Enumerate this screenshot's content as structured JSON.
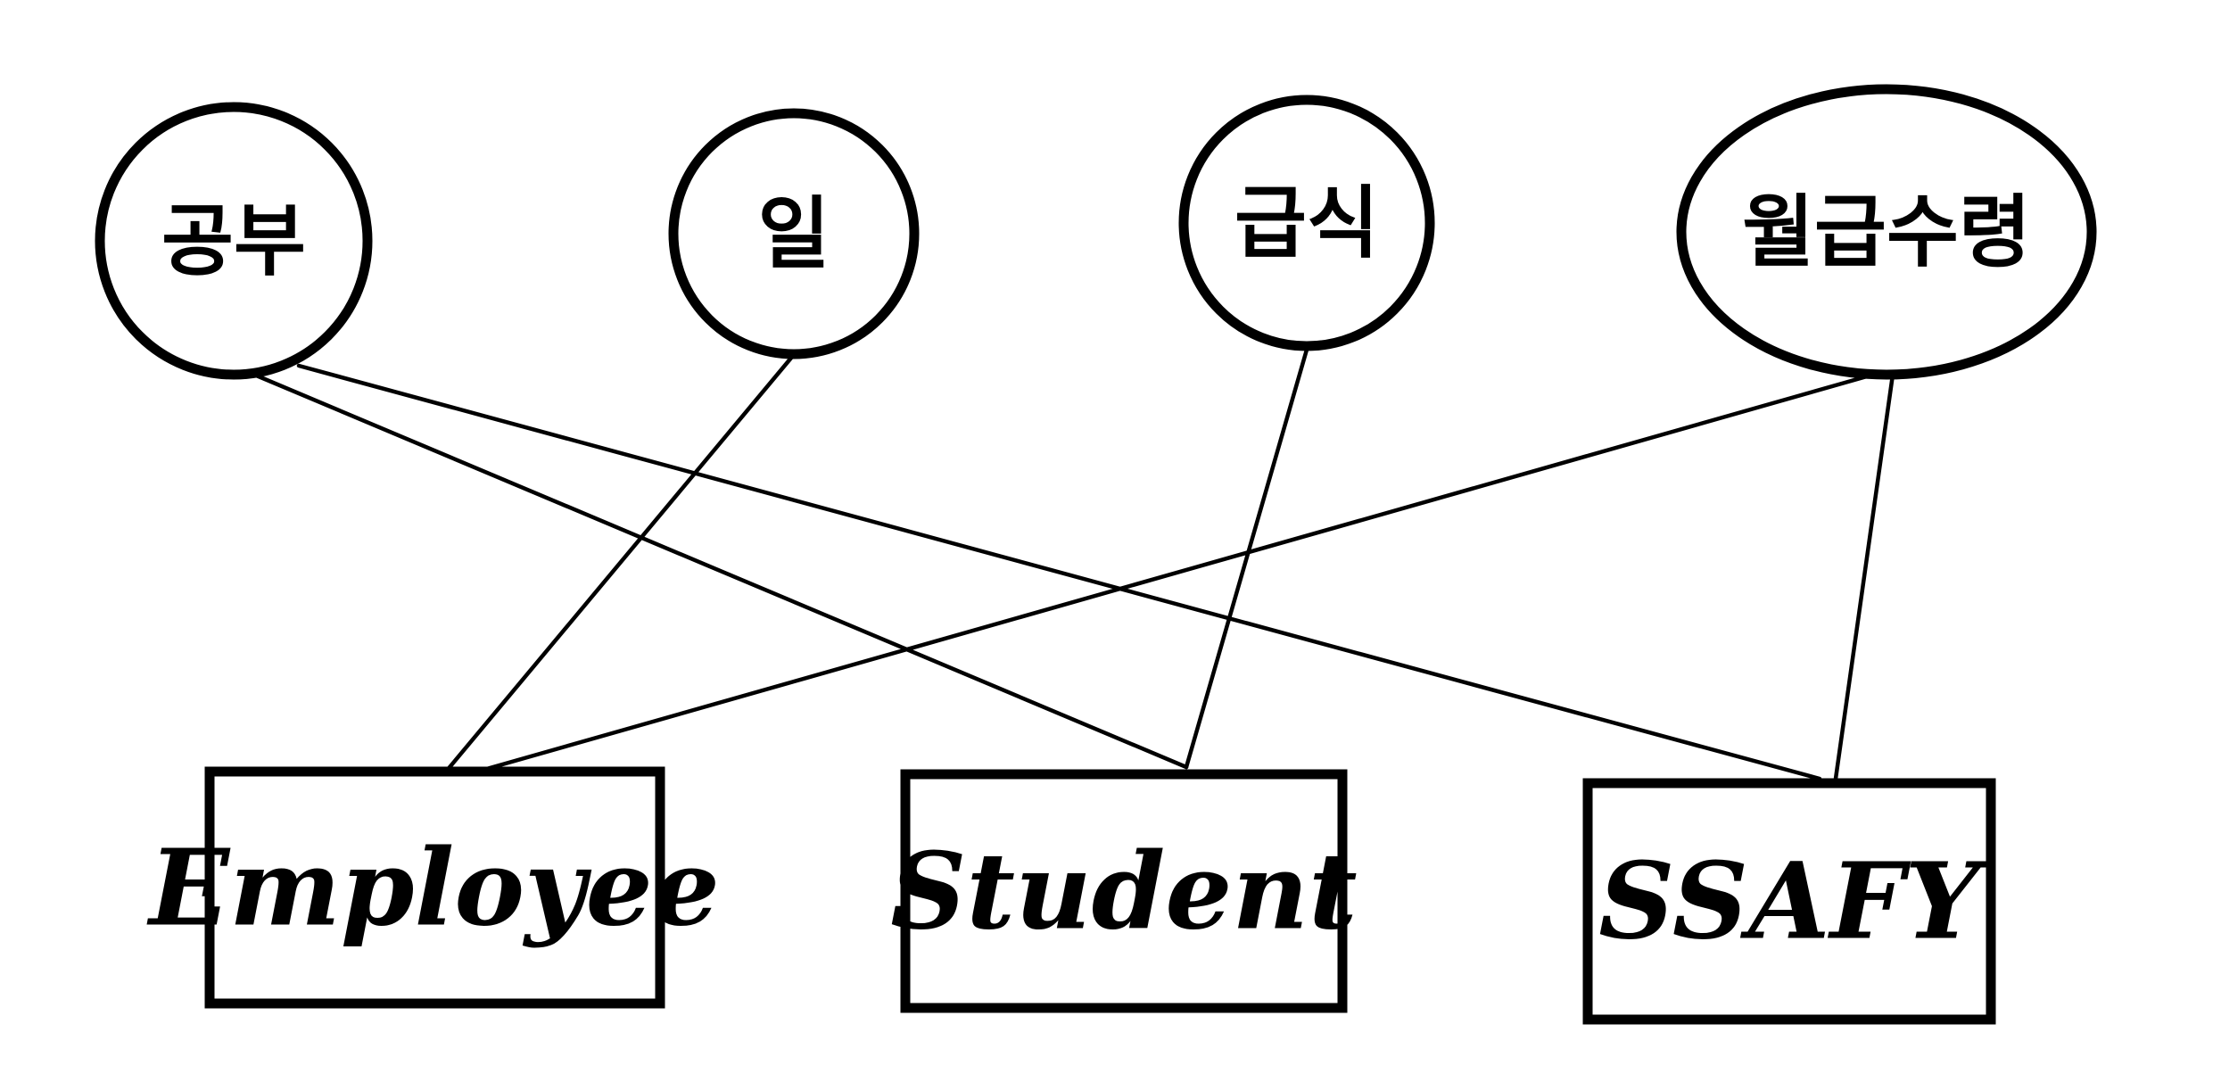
{
  "diagram": {
    "activities": [
      {
        "id": "study",
        "label": "공부"
      },
      {
        "id": "work",
        "label": "일"
      },
      {
        "id": "meal",
        "label": "급식"
      },
      {
        "id": "welfare",
        "label": "월급수령"
      }
    ],
    "roles": [
      {
        "id": "employee",
        "label": "Employee"
      },
      {
        "id": "student",
        "label": "Student"
      },
      {
        "id": "ssafy",
        "label": "SSAFY"
      }
    ],
    "links": [
      {
        "from": "study",
        "to": "student"
      },
      {
        "from": "study",
        "to": "ssafy"
      },
      {
        "from": "work",
        "to": "employee"
      },
      {
        "from": "meal",
        "to": "student"
      },
      {
        "from": "welfare",
        "to": "employee"
      },
      {
        "from": "welfare",
        "to": "ssafy"
      }
    ],
    "colors": {
      "stroke": "#000000",
      "background": "#ffffff"
    }
  }
}
